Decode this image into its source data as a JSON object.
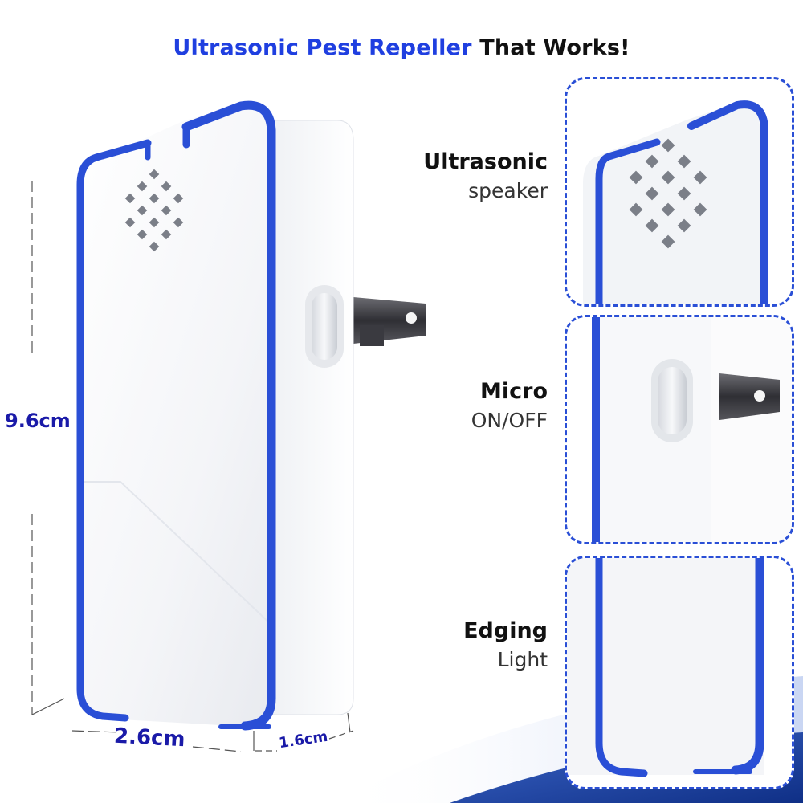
{
  "title": {
    "accent": "Ultrasonic Pest Repeller",
    "rest": "That Works!"
  },
  "dimensions": {
    "height": "9.6cm",
    "width": "2.6cm",
    "depth": "1.6cm"
  },
  "features": [
    {
      "line1": "Ultrasonic",
      "line2": "speaker"
    },
    {
      "line1": "Micro",
      "line2": "ON/OFF"
    },
    {
      "line1": "Edging",
      "line2": "Light"
    }
  ],
  "colors": {
    "accent": "#1f3fe0",
    "edge_light": "#2a4fd6",
    "dimension_text": "#1a1aa8",
    "wave": "#1c3f9c"
  }
}
